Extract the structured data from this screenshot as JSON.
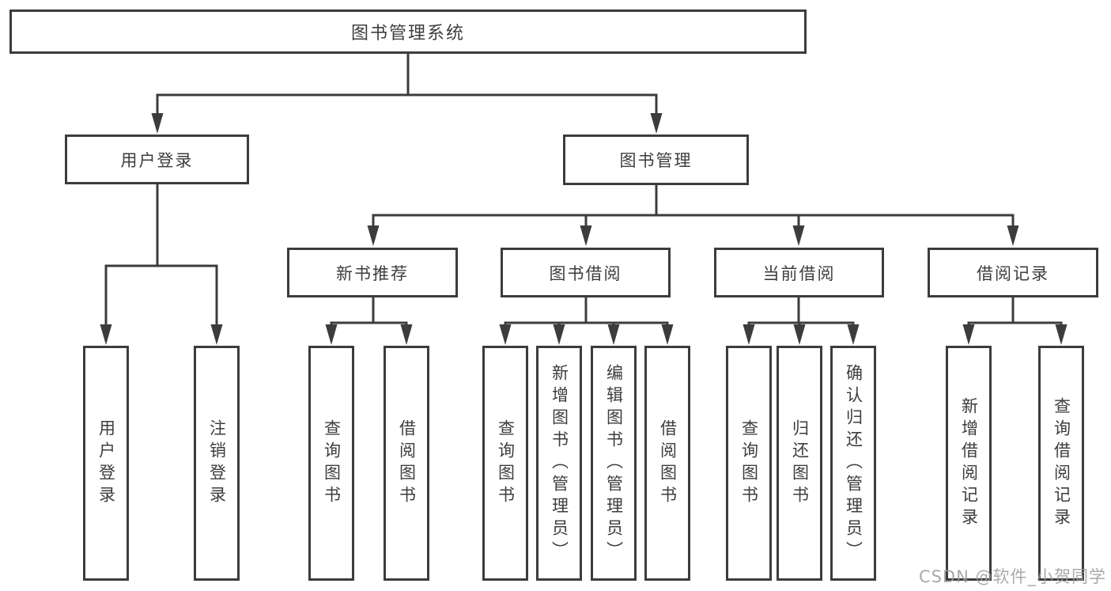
{
  "tree": {
    "root": {
      "label": "图书管理系统"
    },
    "branches": [
      {
        "label": "用户登录",
        "children": [
          {
            "label": "用户登录"
          },
          {
            "label": "注销登录"
          }
        ]
      },
      {
        "label": "图书管理",
        "children": [
          {
            "label": "新书推荐",
            "children": [
              {
                "label": "查询图书"
              },
              {
                "label": "借阅图书"
              }
            ]
          },
          {
            "label": "图书借阅",
            "children": [
              {
                "label": "查询图书"
              },
              {
                "label": "新增图书（管理员）"
              },
              {
                "label": "编辑图书（管理员）"
              },
              {
                "label": "借阅图书"
              }
            ]
          },
          {
            "label": "当前借阅",
            "children": [
              {
                "label": "查询图书"
              },
              {
                "label": "归还图书"
              },
              {
                "label": "确认归还（管理员）"
              }
            ]
          },
          {
            "label": "借阅记录",
            "children": [
              {
                "label": "新增借阅记录"
              },
              {
                "label": "查询借阅记录"
              }
            ]
          }
        ]
      }
    ]
  },
  "watermark": {
    "text": "CSDN @软件_小贺同学"
  },
  "colors": {
    "line": "#3c3c3c",
    "text": "#3d3d3d",
    "watermark": "#9b9b9b",
    "background": "#ffffff"
  }
}
